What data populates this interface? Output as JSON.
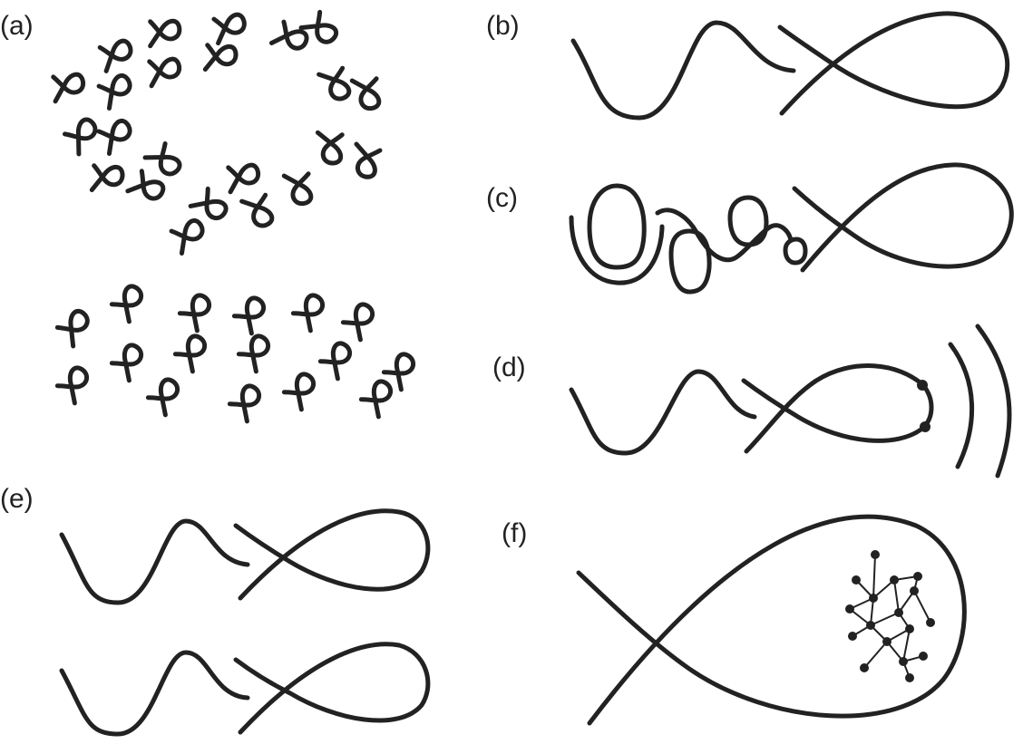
{
  "figure": {
    "panels": [
      {
        "id": "a",
        "label": "(a)"
      },
      {
        "id": "b",
        "label": "(b)"
      },
      {
        "id": "c",
        "label": "(c)"
      },
      {
        "id": "d",
        "label": "(d)"
      },
      {
        "id": "e",
        "label": "(e)"
      },
      {
        "id": "f",
        "label": "(f)"
      }
    ],
    "colors": {
      "ink": "#222222",
      "background": "#ffffff"
    }
  }
}
